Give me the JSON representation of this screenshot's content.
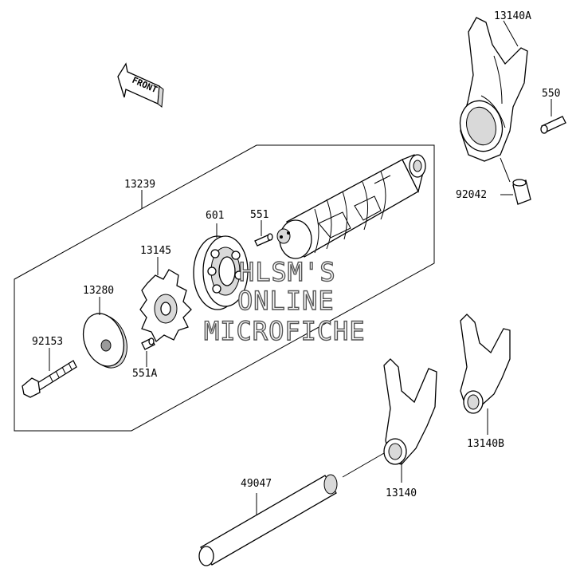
{
  "front_label": "FRONT",
  "watermark": {
    "line1": "HLSM'S",
    "line2": "ONLINE",
    "line3": "MICROFICHE"
  },
  "parts": {
    "p13140A": "13140A",
    "p550": "550",
    "p92042": "92042",
    "p13239": "13239",
    "p601": "601",
    "p551": "551",
    "p13145": "13145",
    "p13280": "13280",
    "p92153": "92153",
    "p551A": "551A",
    "p13140B": "13140B",
    "p13140": "13140",
    "p49047": "49047"
  }
}
